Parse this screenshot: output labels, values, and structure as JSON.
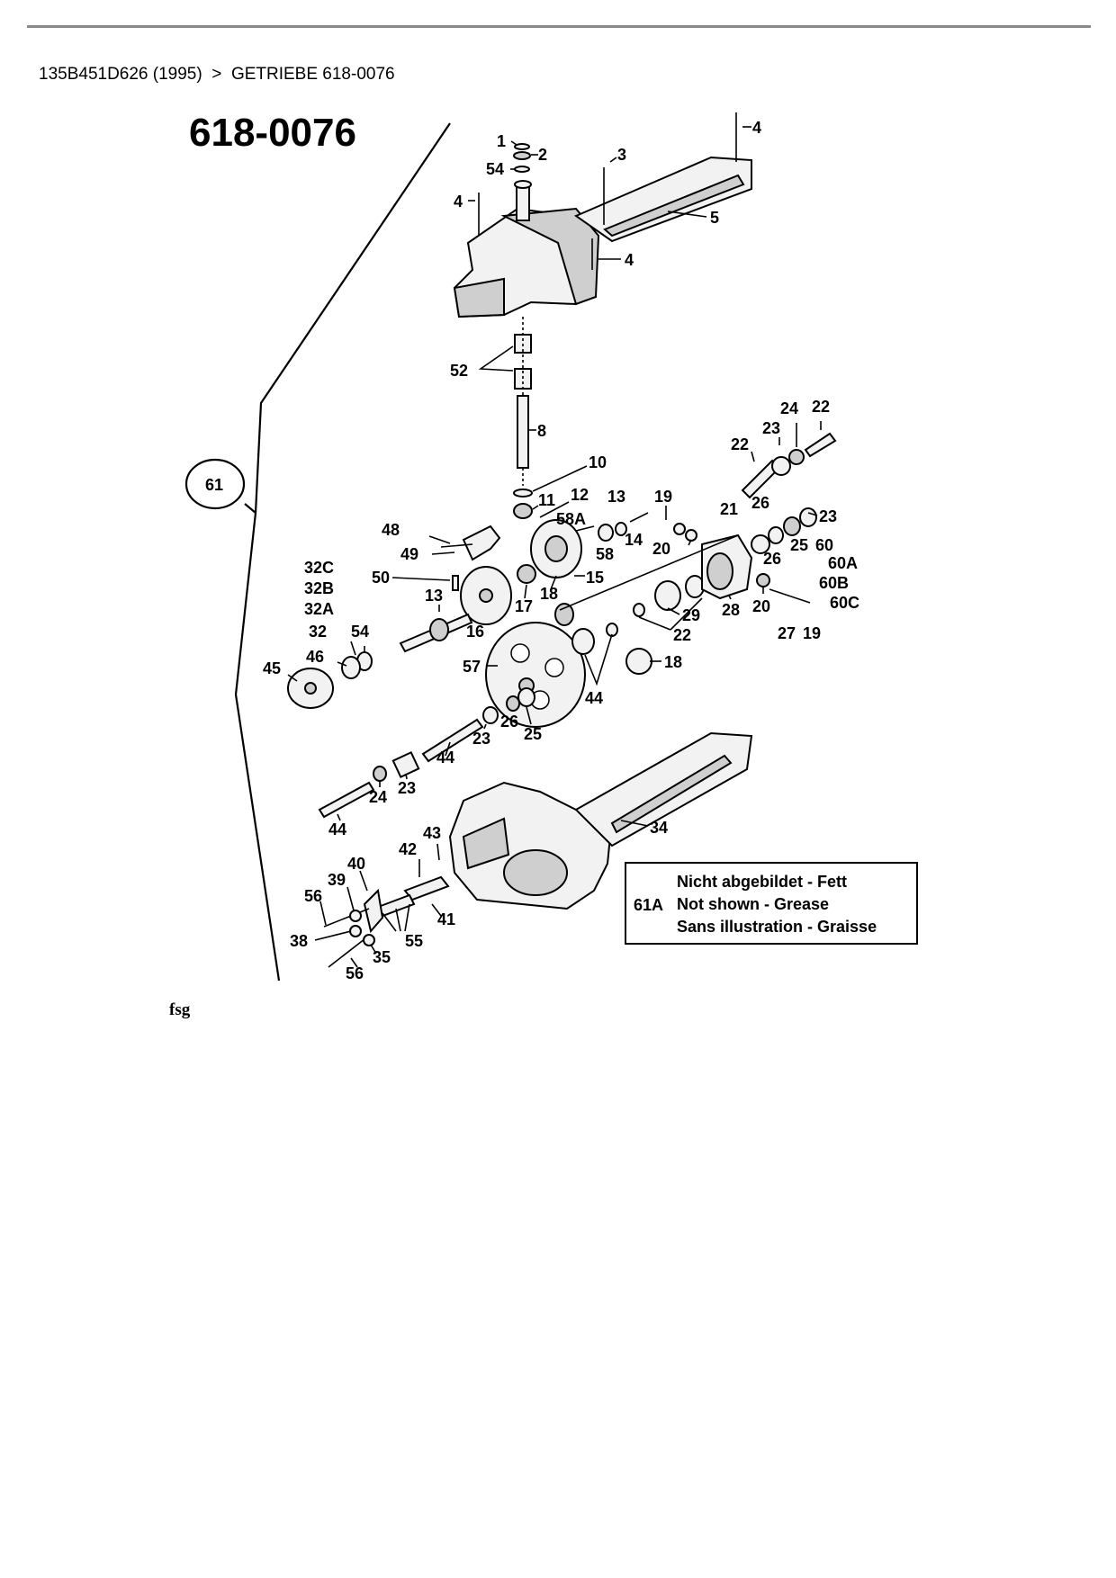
{
  "breadcrumb": {
    "model": "135B451D626 (1995)",
    "separator": ">",
    "section": "GETRIEBE 618-0076"
  },
  "diagram": {
    "title": "618-0076",
    "assembly_callout": "61",
    "part_labels": [
      "1",
      "2",
      "54",
      "3",
      "4",
      "4",
      "5",
      "4",
      "52",
      "8",
      "10",
      "11",
      "12",
      "13",
      "19",
      "21",
      "26",
      "23",
      "24",
      "22",
      "22",
      "23",
      "48",
      "58A",
      "14",
      "20",
      "25",
      "60",
      "60A",
      "60B",
      "60C",
      "49",
      "58",
      "15",
      "26",
      "28",
      "20",
      "27",
      "19",
      "32C",
      "32B",
      "32A",
      "50",
      "17",
      "18",
      "16",
      "29",
      "22",
      "18",
      "13",
      "32",
      "54",
      "46",
      "45",
      "57",
      "44",
      "26",
      "25",
      "23",
      "44",
      "24",
      "23",
      "44",
      "34",
      "43",
      "42",
      "40",
      "39",
      "56",
      "41",
      "55",
      "38",
      "35",
      "56"
    ]
  },
  "legend": {
    "code": "61A",
    "lines": [
      "Nicht abgebildet - Fett",
      "Not shown - Grease",
      "Sans illustration - Graisse"
    ]
  },
  "footer": {
    "mark": "fsg"
  }
}
